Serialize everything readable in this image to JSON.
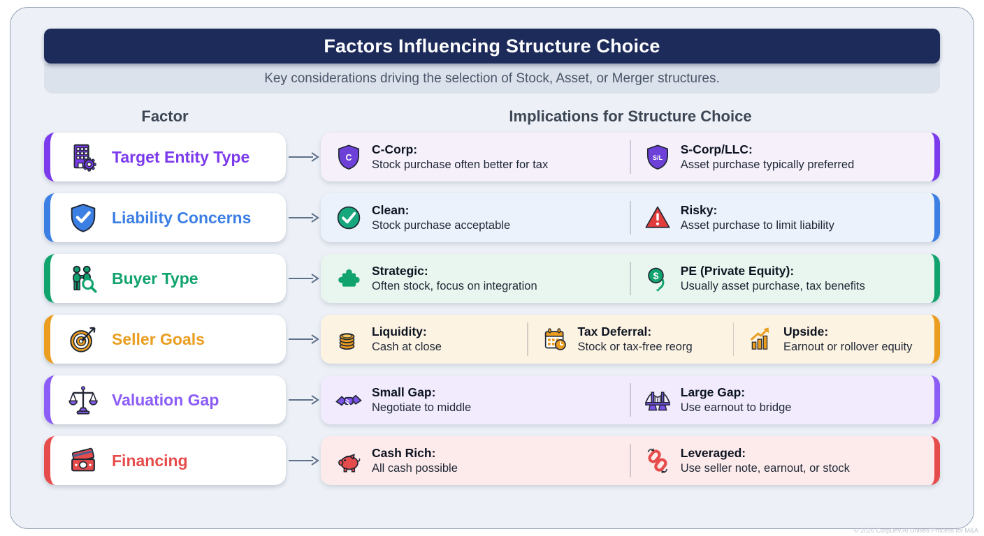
{
  "page": {
    "title": "Factors Influencing Structure Choice",
    "subtitle": "Key considerations driving the selection of Stock, Asset, or Merger structures.",
    "footer": "© 2026 CorpDev.AI Unified Process for M&A"
  },
  "columns": {
    "factor": "Factor",
    "implications": "Implications for Structure Choice"
  },
  "colors": {
    "header_bg": "#1d2b5b",
    "frame_bg": "#edf1f7",
    "arrow": "#5d7089"
  },
  "rows": [
    {
      "factor": "Target Entity Type",
      "icon": "building-gear-icon",
      "accent": "#7c3aed",
      "bg": "#f6f0fb",
      "items": [
        {
          "icon": "shield-c-icon",
          "glyph": "C",
          "icon_color": "#6d40d8",
          "title": "C-Corp:",
          "desc": "Stock purchase often better for tax"
        },
        {
          "icon": "shield-sl-icon",
          "glyph": "S/L",
          "icon_color": "#6d40d8",
          "title": "S-Corp/LLC:",
          "desc": "Asset purchase typically preferred"
        }
      ]
    },
    {
      "factor": "Liability Concerns",
      "icon": "shield-check-icon",
      "accent": "#3b7ee4",
      "bg": "#ecf2fb",
      "items": [
        {
          "icon": "check-circle-icon",
          "icon_color": "#16a87c",
          "title": "Clean:",
          "desc": "Stock purchase acceptable"
        },
        {
          "icon": "warning-triangle-icon",
          "icon_color": "#e23d3d",
          "title": "Risky:",
          "desc": "Asset purchase to limit liability"
        }
      ]
    },
    {
      "factor": "Buyer Type",
      "icon": "buyer-search-icon",
      "accent": "#10a36d",
      "bg": "#e9f6ef",
      "items": [
        {
          "icon": "puzzle-icon",
          "icon_color": "#10a36d",
          "title": "Strategic:",
          "desc": "Often stock, focus on integration"
        },
        {
          "icon": "dollar-cycle-icon",
          "glyph": "$",
          "icon_color": "#10a36d",
          "title": "PE (Private Equity):",
          "desc": "Usually asset purchase, tax benefits"
        }
      ]
    },
    {
      "factor": "Seller Goals",
      "icon": "target-arrow-icon",
      "accent": "#ea9d1f",
      "bg": "#fdf3e2",
      "items": [
        {
          "icon": "coin-stack-icon",
          "icon_color": "#ea9d1f",
          "title": "Liquidity:",
          "desc": "Cash at close"
        },
        {
          "icon": "calendar-clock-icon",
          "icon_color": "#ea9d1f",
          "title": "Tax Deferral:",
          "desc": "Stock or tax-free reorg"
        },
        {
          "icon": "chart-up-icon",
          "icon_color": "#ea9d1f",
          "title": "Upside:",
          "desc": "Earnout or rollover equity"
        }
      ]
    },
    {
      "factor": "Valuation Gap",
      "icon": "balance-scale-icon",
      "accent": "#8b5cf6",
      "bg": "#f1ebfd",
      "items": [
        {
          "icon": "handshake-icon",
          "icon_color": "#7a52e8",
          "title": "Small Gap:",
          "desc": "Negotiate to middle"
        },
        {
          "icon": "bridge-icon",
          "icon_color": "#7a52e8",
          "title": "Large Gap:",
          "desc": "Use earnout to bridge"
        }
      ]
    },
    {
      "factor": "Financing",
      "icon": "money-bills-icon",
      "accent": "#e74c4c",
      "bg": "#fdebeb",
      "items": [
        {
          "icon": "piggy-bank-icon",
          "icon_color": "#e74c4c",
          "title": "Cash Rich:",
          "desc": "All cash possible"
        },
        {
          "icon": "chain-links-icon",
          "icon_color": "#e74c4c",
          "title": "Leveraged:",
          "desc": "Use seller note, earnout, or stock"
        }
      ]
    }
  ]
}
